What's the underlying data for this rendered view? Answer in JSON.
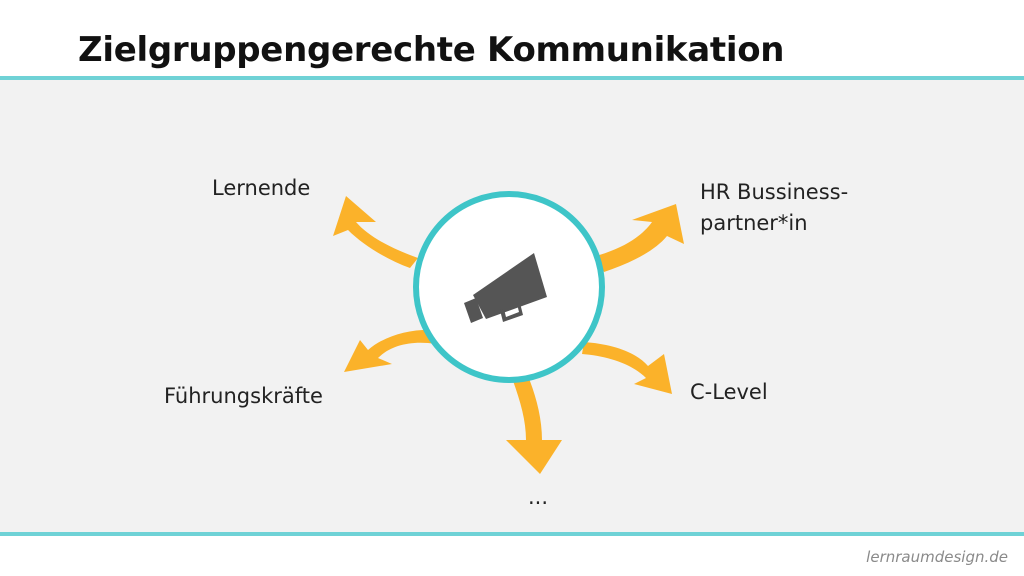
{
  "title": "Zielgruppengerechte Kommunikation",
  "center": {
    "icon": "megaphone-icon"
  },
  "targets": {
    "lernende": "Lernende",
    "hr_line1": "HR Bussiness-",
    "hr_line2": "partner*in",
    "fuehrung": "Führungskräfte",
    "clevel": "C-Level",
    "more": "..."
  },
  "footer": "lernraumdesign.de",
  "colors": {
    "accent_teal": "#6fd2d6",
    "arrow_orange": "#fbb22a",
    "icon_gray": "#555555",
    "band_gray": "#f2f2f2"
  }
}
